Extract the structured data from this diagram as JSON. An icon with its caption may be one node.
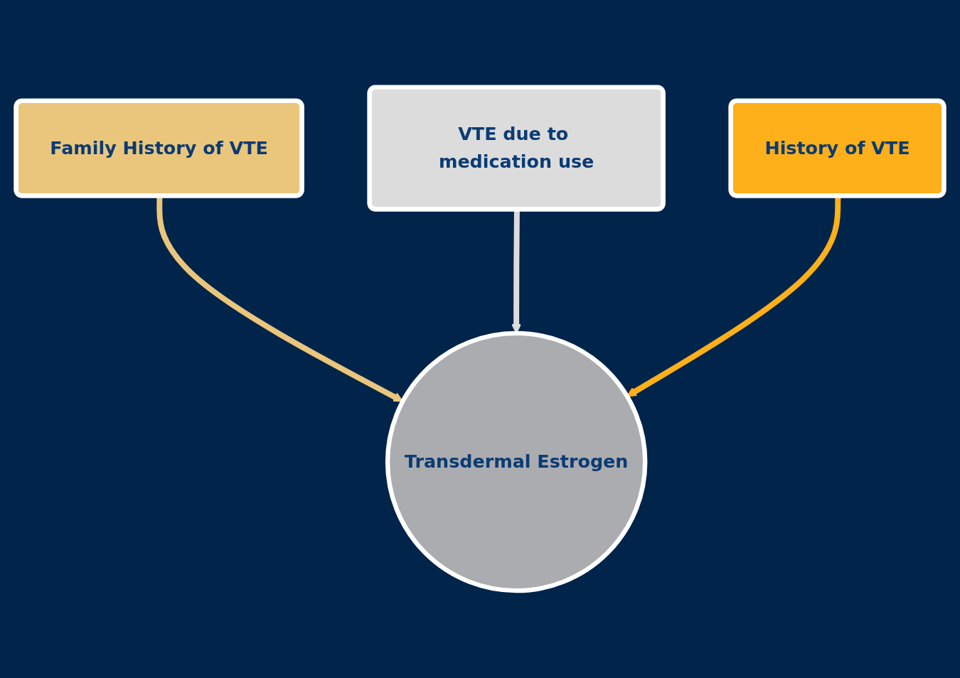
{
  "diagram": {
    "nodes": [
      {
        "text": [
          "Family History of VTE"
        ]
      },
      {
        "text": [
          "VTE due to medication use"
        ]
      },
      {
        "text": [
          "History of VTE"
        ]
      },
      {
        "text": [
          "Transdermal Estrogen"
        ]
      }
    ],
    "edges": [
      {
        "from": 0,
        "to": 3,
        "arrow": "to",
        "color": "#eac67c"
      },
      {
        "from": 1,
        "to": 3,
        "arrow": "to",
        "color": "#dcdcdc"
      },
      {
        "from": 2,
        "to": 3,
        "arrow": "to",
        "color": "#fdb01a"
      }
    ]
  }
}
